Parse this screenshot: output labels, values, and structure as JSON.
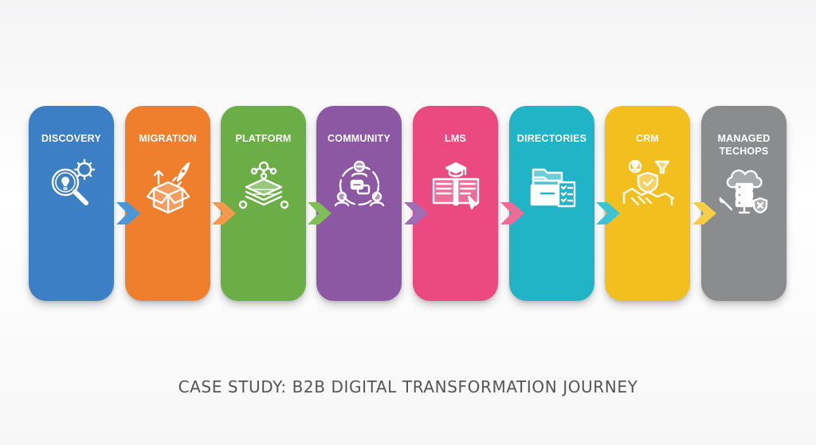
{
  "steps": [
    {
      "title": "DISCOVERY",
      "color": "#3d7fc4",
      "icon": "lightbulb-magnifier-gear-icon"
    },
    {
      "title": "MIGRATION",
      "color": "#ef7e2d",
      "icon": "box-rocket-arrow-icon"
    },
    {
      "title": "PLATFORM",
      "color": "#6aae45",
      "icon": "stacked-layers-network-icon"
    },
    {
      "title": "COMMUNITY",
      "color": "#8c57a3",
      "icon": "people-chat-circle-icon"
    },
    {
      "title": "LMS",
      "color": "#ea4a7f",
      "icon": "open-book-graduation-cap-icon"
    },
    {
      "title": "DIRECTORIES",
      "color": "#21b3c6",
      "icon": "file-folders-checklist-icon"
    },
    {
      "title": "CRM",
      "color": "#f2bf1f",
      "icon": "handshake-shield-icon"
    },
    {
      "title": "MANAGED\nTECHOPS",
      "color": "#8a8c8e",
      "icon": "cloud-server-wrench-icon"
    }
  ],
  "caption": "CASE STUDY: B2B DIGITAL TRANSFORMATION JOURNEY"
}
